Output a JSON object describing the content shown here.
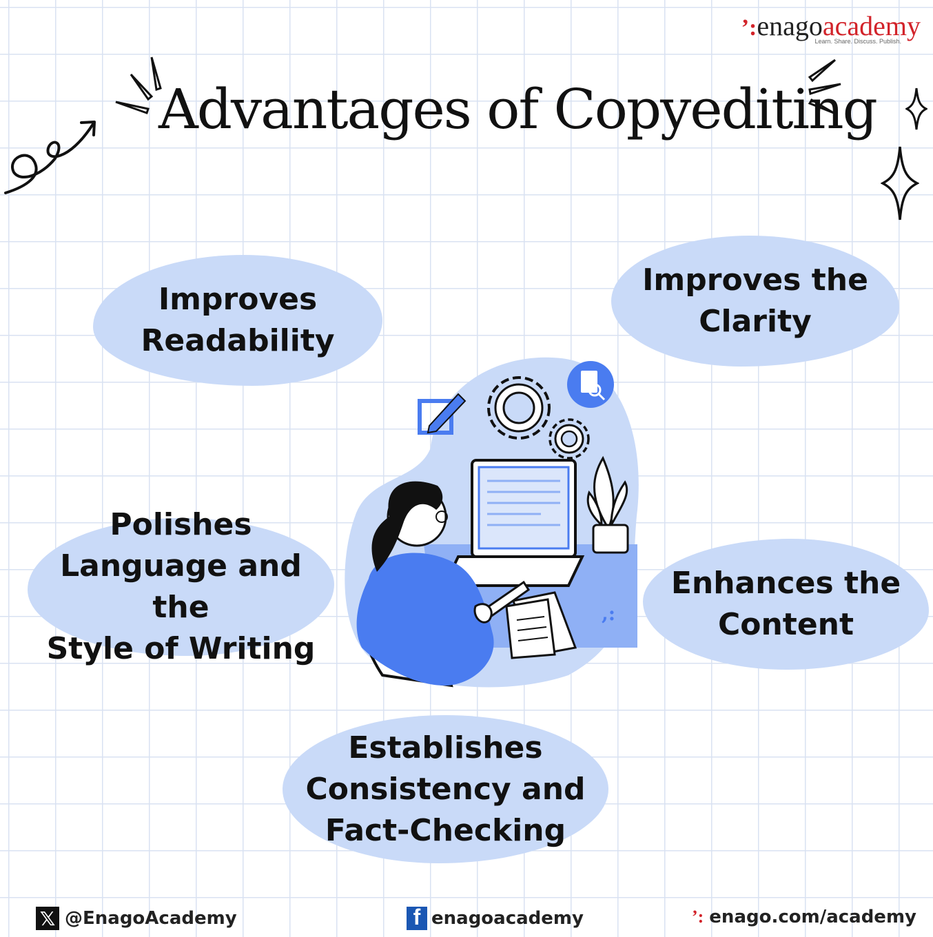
{
  "header": {
    "title": "Advantages of Copyediting",
    "logo": {
      "mark": "ʼ:",
      "word1": "enago",
      "word2": "academy",
      "tagline": "Learn. Share. Discuss. Publish."
    }
  },
  "advantages": [
    {
      "lines": [
        "Improves",
        "Readability"
      ]
    },
    {
      "lines": [
        "Improves the",
        "Clarity"
      ]
    },
    {
      "lines": [
        "Polishes",
        "Language and the",
        "Style of Writing"
      ]
    },
    {
      "lines": [
        "Enhances the",
        "Content"
      ]
    },
    {
      "lines": [
        "Establishes",
        "Consistency and",
        "Fact-Checking"
      ]
    }
  ],
  "footer": {
    "twitter": {
      "icon": "x-icon",
      "glyph": "𝕏",
      "handle": "@EnagoAcademy"
    },
    "facebook": {
      "icon": "facebook-icon",
      "glyph": "f",
      "handle": "enagoacademy"
    },
    "website": {
      "icon": "enago-mark-icon",
      "glyph": "ʼ:",
      "url": "enago.com/academy"
    }
  },
  "colors": {
    "blob": "#c9daf8",
    "accent_blue": "#4a7cf0",
    "brand_red": "#d2232a",
    "grid": "#d9e2f2"
  }
}
